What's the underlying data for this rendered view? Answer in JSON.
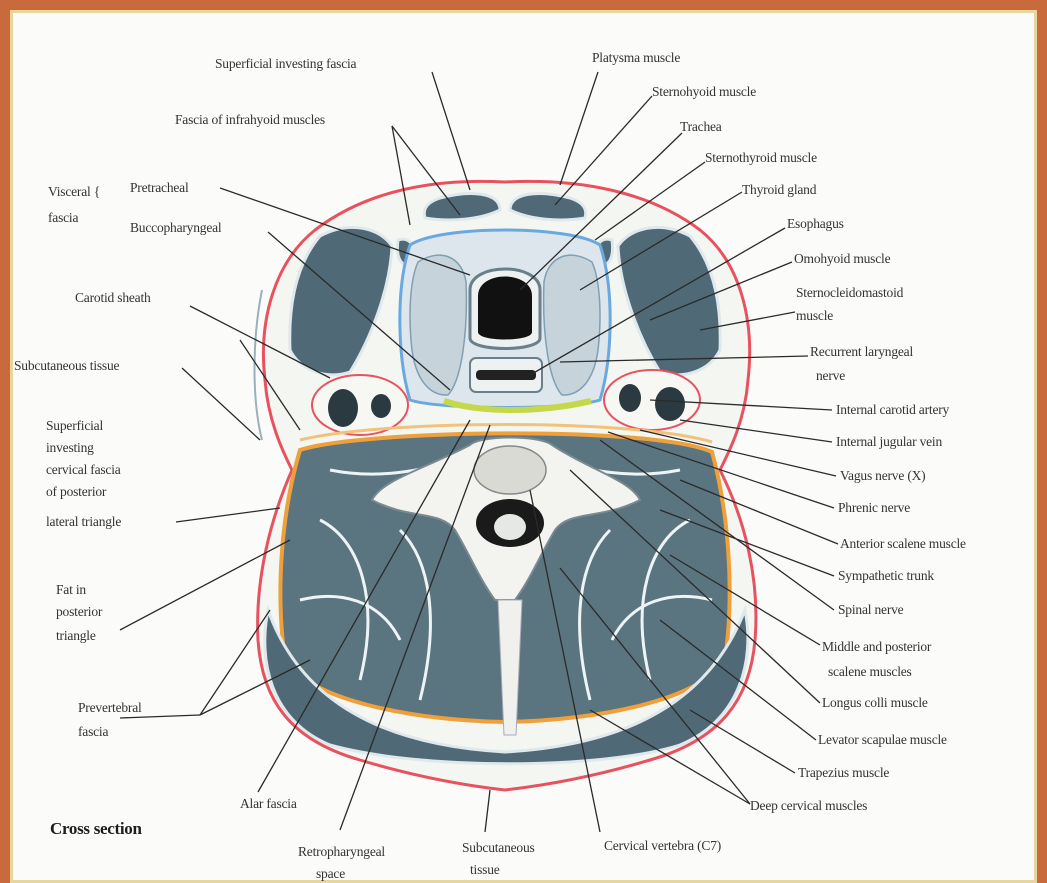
{
  "title": "Cross section",
  "labels": {
    "superficial_investing_fascia": "Superficial investing fascia",
    "platysma_muscle": "Platysma muscle",
    "sternohyoid_muscle": "Sternohyoid muscle",
    "fascia_of_infrahyoid_muscles": "Fascia of infrahyoid muscles",
    "trachea": "Trachea",
    "sternothyroid_muscle": "Sternothyroid muscle",
    "visceral": "Visceral {",
    "fascia": "fascia",
    "pretracheal": "Pretracheal",
    "buccopharyngeal": "Buccopharyngeal",
    "thyroid_gland": "Thyroid gland",
    "esophagus": "Esophagus",
    "omohyoid_muscle": "Omohyoid muscle",
    "carotid_sheath": "Carotid sheath",
    "sternocleidomastoid_1": "Sternocleidomastoid",
    "sternocleidomastoid_2": "muscle",
    "subcutaneous_tissue_left": "Subcutaneous tissue",
    "recurrent_laryngeal_1": "Recurrent laryngeal",
    "recurrent_laryngeal_2": "nerve",
    "internal_carotid_artery": "Internal carotid artery",
    "superficial_investing_1": "Superficial",
    "superficial_investing_2": "investing",
    "superficial_investing_3": "cervical fascia",
    "superficial_investing_4": "of posterior",
    "superficial_investing_5": "lateral triangle",
    "internal_jugular_vein": "Internal jugular vein",
    "vagus_nerve": "Vagus nerve (X)",
    "phrenic_nerve": "Phrenic nerve",
    "anterior_scalene_muscle": "Anterior scalene muscle",
    "fat_posterior_1": "Fat in",
    "fat_posterior_2": "posterior",
    "fat_posterior_3": "triangle",
    "sympathetic_trunk": "Sympathetic trunk",
    "spinal_nerve": "Spinal nerve",
    "middle_posterior_scalene_1": "Middle and posterior",
    "middle_posterior_scalene_2": "scalene muscles",
    "prevertebral_1": "Prevertebral",
    "prevertebral_2": "fascia",
    "longus_colli_muscle": "Longus colli muscle",
    "levator_scapulae_muscle": "Levator scapulae muscle",
    "trapezius_muscle": "Trapezius muscle",
    "alar_fascia": "Alar fascia",
    "deep_cervical_muscles": "Deep cervical muscles",
    "retropharyngeal_1": "Retropharyngeal",
    "retropharyngeal_2": "space",
    "subcutaneous_bottom_1": "Subcutaneous",
    "subcutaneous_bottom_2": "tissue",
    "cervical_vertebra": "Cervical vertebra (C7)"
  },
  "colors": {
    "frame": "#c86a3c",
    "background": "#fbfcf9",
    "muscle": "#4f6a76",
    "investing_fascia": "#e8525f",
    "visceral_fascia": "#6aa8e0",
    "prevertebral_fascia": "#f0a03a",
    "buccopharyngeal_fascia": "#c5d84a",
    "trachea_lumen": "#111111"
  }
}
